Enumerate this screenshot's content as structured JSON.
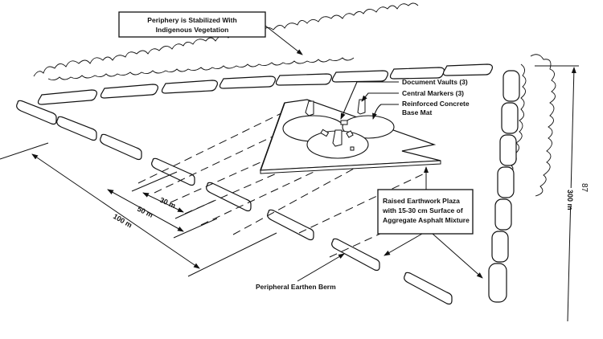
{
  "figure": {
    "page_number": "87",
    "labels": {
      "vegetation": [
        "Periphery is Stabilized With",
        "Indigenous Vegetation"
      ],
      "document_vaults": "Document Vaults (3)",
      "central_markers": "Central Markers (3)",
      "base_mat": [
        "Reinforced Concrete",
        "Base Mat"
      ],
      "plaza": [
        "Raised Earthwork Plaza",
        "with 15-30 cm Surface of",
        "Aggregate Asphalt Mixture"
      ],
      "berm": "Peripheral Earthen Berm"
    },
    "dimensions": {
      "d30": "30 m",
      "d50": "50 m",
      "d100": "100 m",
      "d300": "300 m"
    }
  }
}
